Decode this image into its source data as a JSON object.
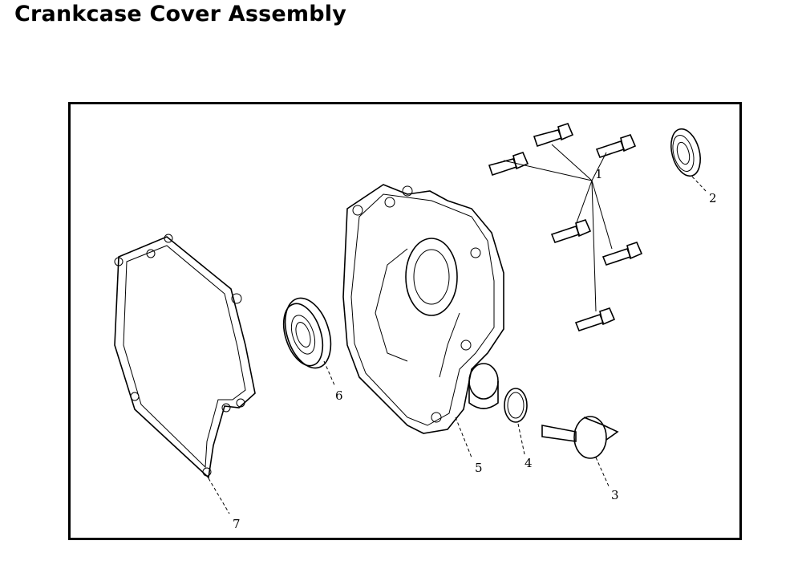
{
  "page": {
    "title": "Crankcase Cover Assembly"
  },
  "callouts": [
    {
      "id": "1",
      "label": "1"
    },
    {
      "id": "2",
      "label": "2"
    },
    {
      "id": "3",
      "label": "3"
    },
    {
      "id": "4",
      "label": "4"
    },
    {
      "id": "5",
      "label": "5"
    },
    {
      "id": "6",
      "label": "6"
    },
    {
      "id": "7",
      "label": "7"
    }
  ]
}
